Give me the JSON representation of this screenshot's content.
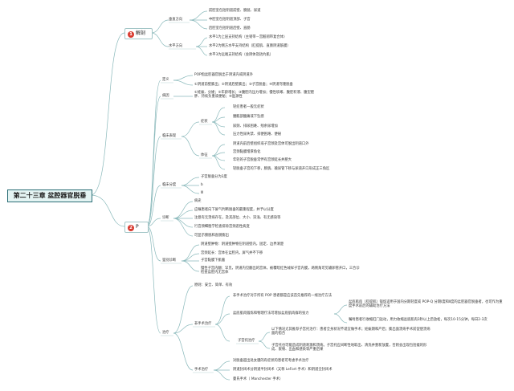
{
  "root": "第二十三章 盆腔器官脱垂",
  "section1": {
    "badge": "1",
    "label": "解剖",
    "groups": [
      {
        "label": "垂直方向",
        "items": [
          "前腔室包括阴道前壁、膀胱、尿道",
          "中腔室包括阴道顶部、子宫",
          "后腔室包括阴道后壁、直肠"
        ]
      },
      {
        "label": "水平方向",
        "items": [
          "水平1为上层支持结构（主韧带－宫骶韧带复合体）",
          "水平2为侧方水平支持结构（肛提肌、直肠阴道筋膜）",
          "水平3为远端支持结构（会阴体及括约肌）"
        ]
      }
    ]
  },
  "section2": {
    "badge": "2",
    "label": "P",
    "definition": {
      "label": "定义",
      "items": [
        "POP指盆腔器官脱出于阴道内或阴道外",
        "①阴道前壁膨出；②阴道后壁膨出；③子宫脱垂；④阴道穹隆脱垂"
      ]
    },
    "etiology": {
      "label": "病因",
      "items": [
        "①妊娠、分娩；②年龄增长；③腹腔内压力增加；慢性咳嗽、腹腔积液、腹型肥胖、持续负重或便秘；④医源性"
      ]
    },
    "clinical": {
      "label": "临床表现",
      "symptoms": {
        "label": "症状",
        "items": [
          "轻症患者一般无症状",
          "腰骶部酸痛或下坠感",
          "尿频、排尿困难、残余尿增加",
          "压力性尿失禁、排便困难、便秘"
        ]
      },
      "signs": {
        "label": "体征",
        "items": [
          "阴道内前后壁组织或子宫颈及宫体可脱出阴道口外",
          "宫颈黏膜增厚角化",
          "年轻的子宫脱垂常伴有宫颈延长并肥大",
          "轻脱垂子宫的下移，膀胱、输尿管下移与尿道开口形成正三角区"
        ]
      }
    },
    "grading": {
      "label": "临床分度",
      "items": [
        "子宫脱垂分为3度",
        "b",
        "Ⅲ"
      ]
    },
    "diagnosis": {
      "label": "诊断",
      "items": [
        "病史",
        "应嘱患者向下屏气判断脱垂的最重程度，并予以分度",
        "注意有无溃疡存在，及其部位、大小、深浅、有无感染等",
        "行宫颈细胞学检查排除宫颈恶性病变",
        "可显示膀胱和直肠膨出"
      ]
    },
    "differential": {
      "label": "鉴别诊断",
      "items": [
        "阴道壁肿物：阴道壁肿物在阴道壁内，固定、边界清楚",
        "宫颈延长：宫体在盆腔内，屏气并不下移",
        "子宫黏膜下肌瘤",
        "慢性子宫内翻：罕见，阴道内见翻出的宫体，被覆暗红色绒样子宫内膜，两侧角可见输卵管开口，三合诊检查盆腔内无宫体"
      ]
    },
    "treatment": {
      "label": "治疗",
      "principle": "原则：安全、简单、有效",
      "nonsurgical": {
        "label": "非手术治疗",
        "items": [
          "非手术治疗对于所有 POP 患者都是应该首先推荐的一线治疗方法",
          "盆底肌肉锻炼和物理疗法可增加盆底肌肉群的张力"
        ],
        "pessary": {
          "label": "子宫托治疗",
          "items": [
            "以下情况尤其推荐子宫托治疗：患者全身状况不适宜做手术；妊娠期和产后；膨出面溃疡手术前促使溃疡面的愈合",
            "子宫托也可能造成阴道刺激和溃疡。子宫托应间断性地取出、清洗并重新放置，否则会出现包括瘘的形成、嵌顿、出血和感染等严重后果"
          ]
        },
        "pfmt_detail": [
          "盆底肌肉（肛提肌）锻炼适用于国内分期轻度或 POP-Q 分期Ⅰ度和Ⅱ度的盆腔器官脱垂者，也可作为重度手术前后的辅助治疗方法",
          "嘱咐患者行收缩肛门运动，用力收缩盆底肌肉3秒以上后放松，每次10-15分钟，每日2-3次"
        ]
      },
      "surgical": {
        "label": "手术治疗",
        "items": [
          "对脱垂超出处女膜的有症状的患者可考虑手术治疗",
          "阴道封闭术分阴道半封闭术（又称 LeFort 手术）和阴道全封闭术",
          "曼氏手术（ Manchester 手术）"
        ]
      }
    }
  }
}
